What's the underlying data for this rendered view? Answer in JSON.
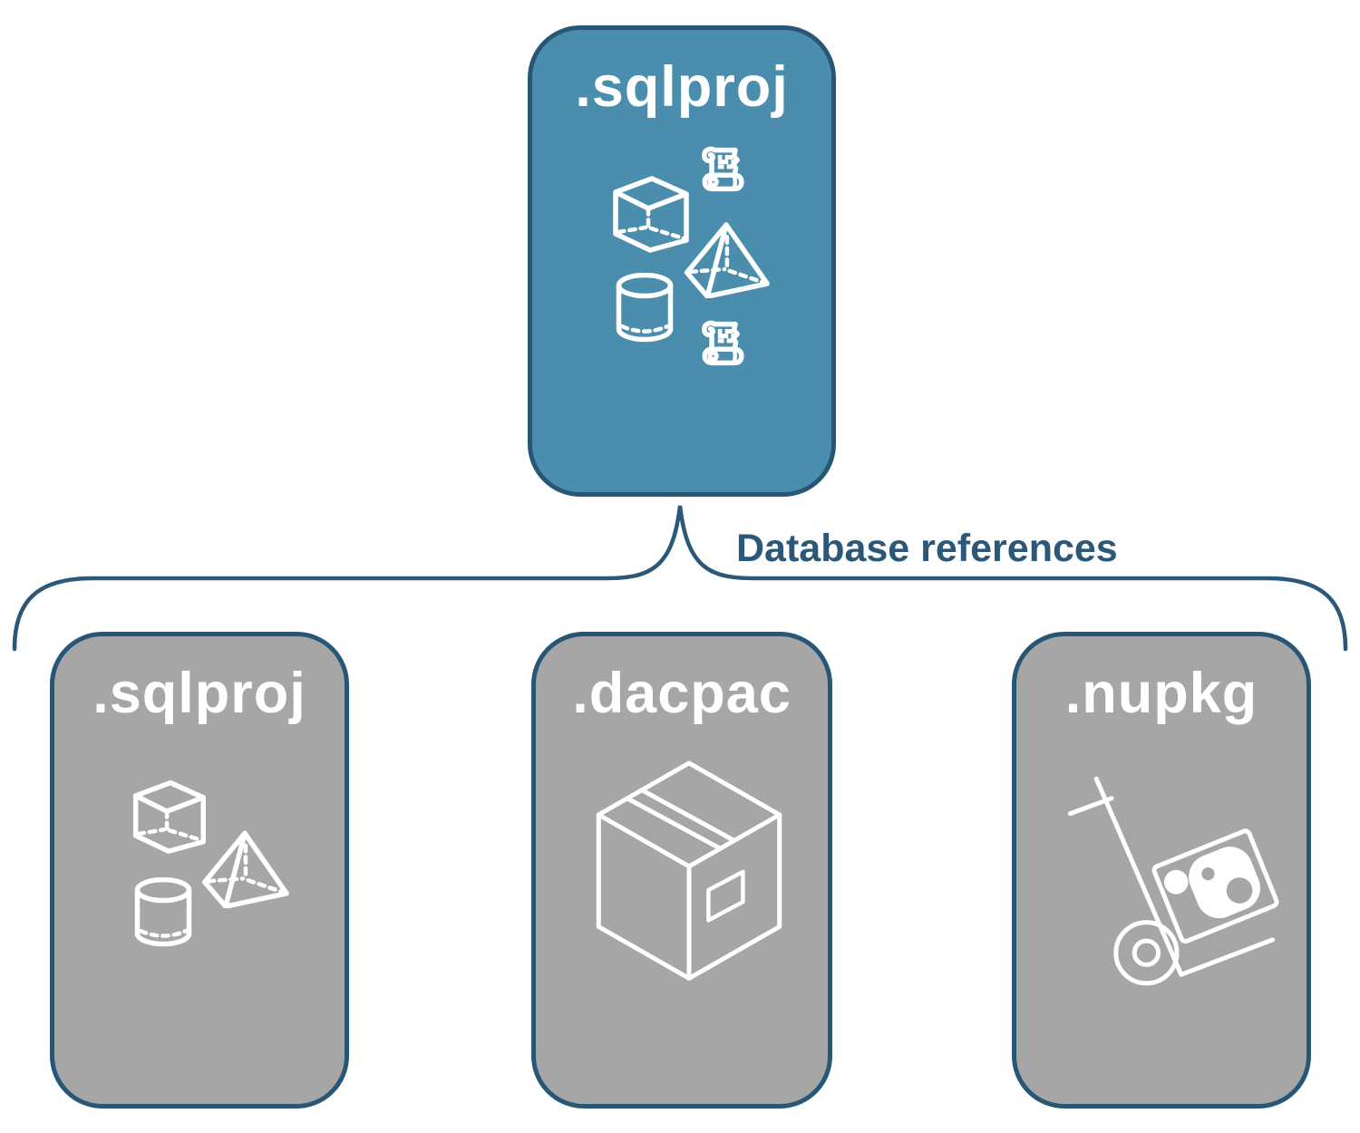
{
  "colors": {
    "background": "#ffffff",
    "parent-fill": "#4a8dac",
    "child-fill": "#a6a6a6",
    "border": "#275677",
    "label-text": "#2b5878",
    "icon-stroke": "#ffffff"
  },
  "parent": {
    "label": ".sqlproj",
    "icons": [
      "script-scroll",
      "cube",
      "pyramid",
      "cylinder",
      "script-scroll"
    ]
  },
  "connector": {
    "label": "Database references"
  },
  "children": [
    {
      "label": ".sqlproj",
      "icons": [
        "cube",
        "pyramid",
        "cylinder"
      ]
    },
    {
      "label": ".dacpac",
      "icons": [
        "package-box"
      ]
    },
    {
      "label": ".nupkg",
      "icons": [
        "hand-truck-package"
      ]
    }
  ]
}
